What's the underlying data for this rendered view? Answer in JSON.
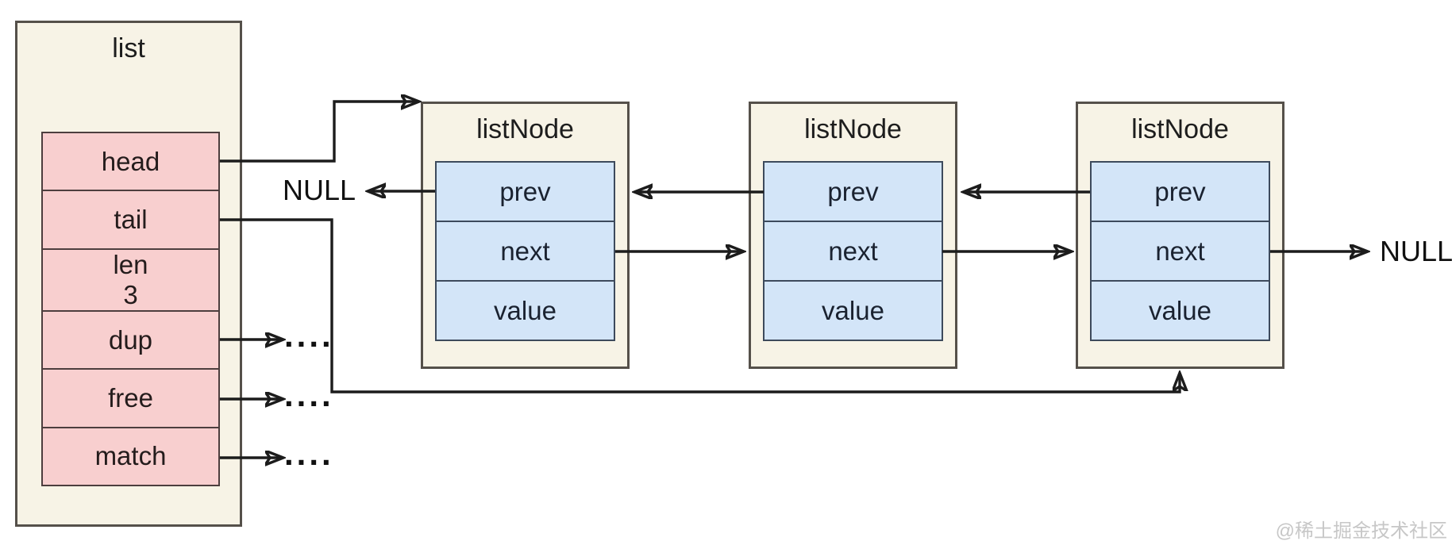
{
  "colors": {
    "box_fill": "#f7f3e6",
    "pink_fill": "#f8cfcf",
    "blue_fill": "#d3e5f8",
    "line": "#1c1c1c",
    "watermark_gray": "#c7c7c7"
  },
  "list_box": {
    "title": "list",
    "rows": [
      {
        "label": "head"
      },
      {
        "label": "tail"
      },
      {
        "label": "len",
        "value": "3"
      },
      {
        "label": "dup"
      },
      {
        "label": "free"
      },
      {
        "label": "match"
      }
    ]
  },
  "nodes": [
    {
      "title": "listNode",
      "fields": [
        "prev",
        "next",
        "value"
      ]
    },
    {
      "title": "listNode",
      "fields": [
        "prev",
        "next",
        "value"
      ]
    },
    {
      "title": "listNode",
      "fields": [
        "prev",
        "next",
        "value"
      ]
    }
  ],
  "labels": {
    "null_head": "NULL",
    "null_tail": "NULL",
    "ellipsis": "...."
  },
  "watermark": "@稀土掘金技术社区"
}
